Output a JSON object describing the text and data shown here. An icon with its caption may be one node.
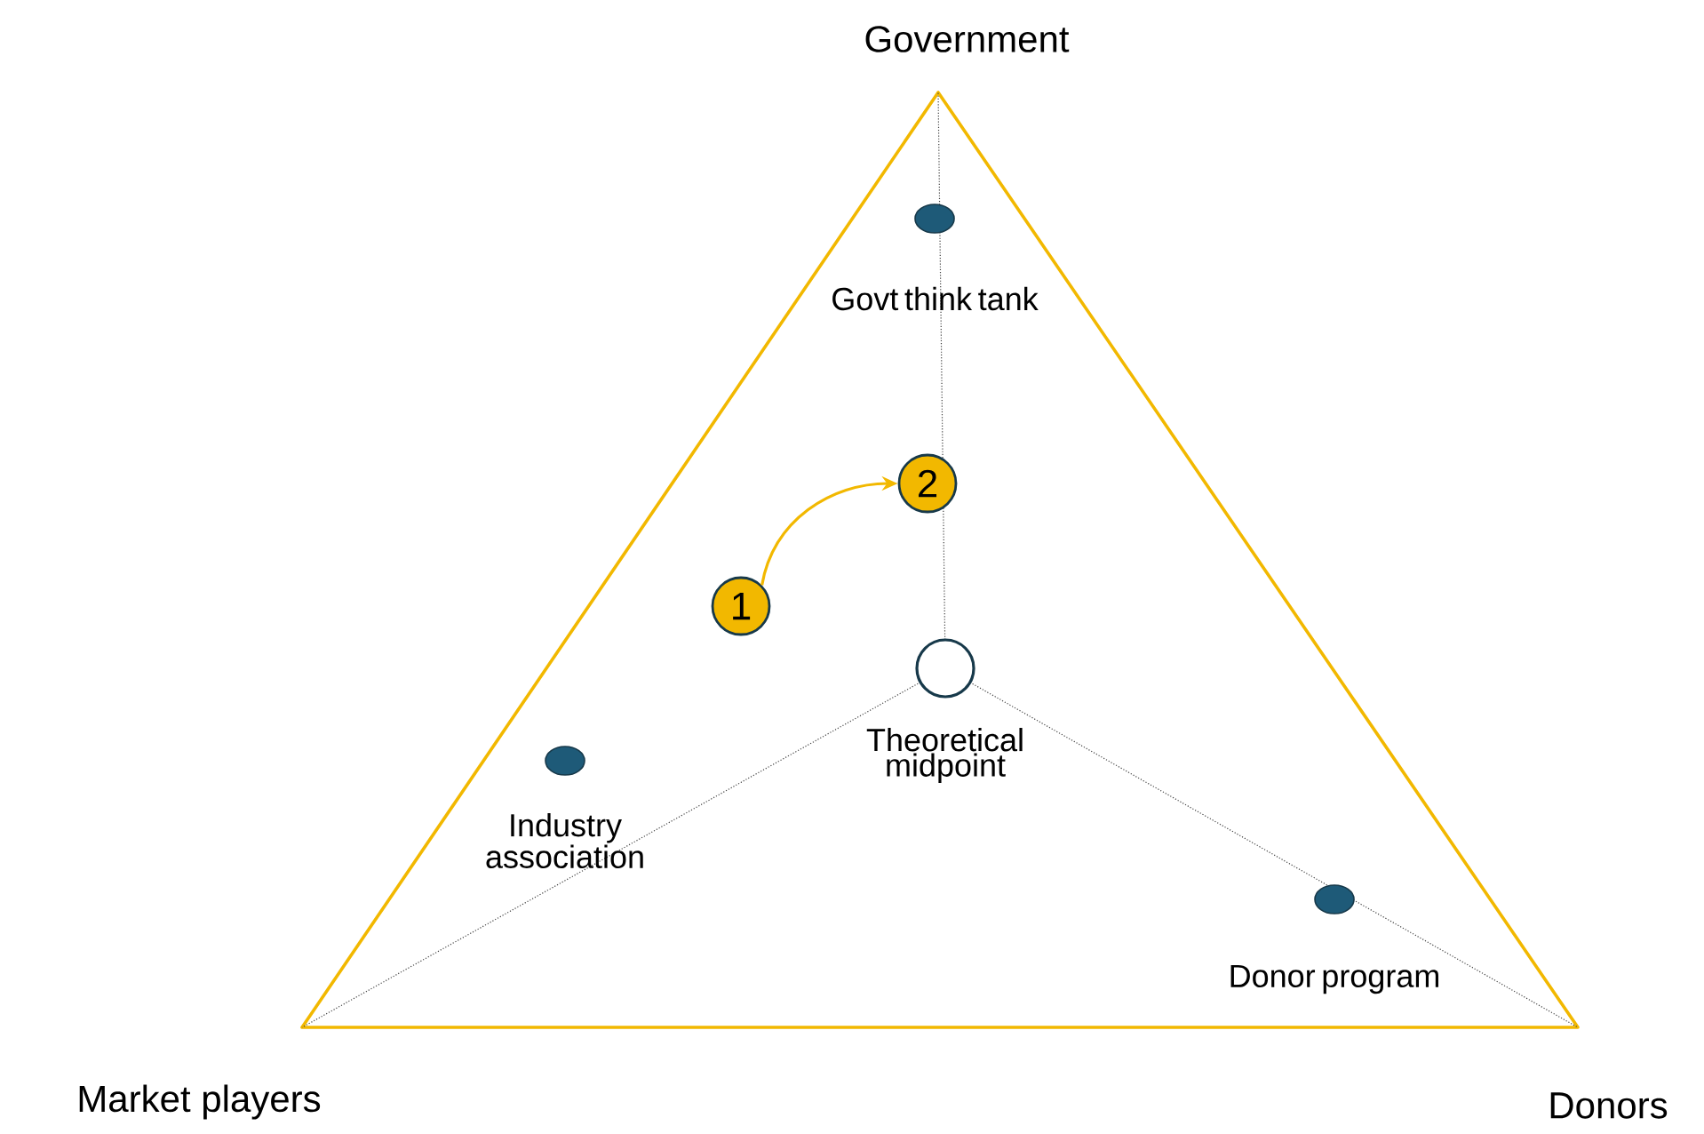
{
  "diagram": {
    "nodes": [
      {
        "text": [
          "Govt think tank"
        ]
      },
      {
        "text": [
          "2"
        ]
      },
      {
        "text": [
          "1"
        ]
      },
      {
        "text": [
          "Theoretical midpoint"
        ]
      },
      {
        "text": [
          "Industry association"
        ]
      },
      {
        "text": [
          "Donor program"
        ]
      }
    ],
    "edges": [
      {
        "from": 2,
        "to": 1,
        "arrow": "to"
      }
    ],
    "labels": [
      "Government",
      "Market players",
      "Donors"
    ]
  }
}
